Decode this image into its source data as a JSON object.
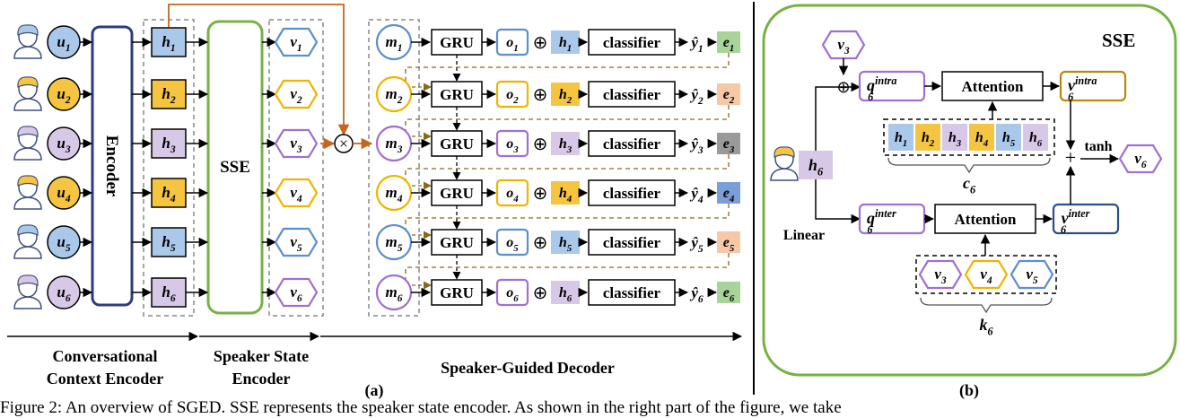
{
  "panel_a": {
    "label": "(a)",
    "encoder_label": "Encoder",
    "sse_label": "SSE",
    "utterances": [
      "u1",
      "u2",
      "u3",
      "u4",
      "u5",
      "u6"
    ],
    "hidden": [
      "h1",
      "h2",
      "h3",
      "h4",
      "h5",
      "h6"
    ],
    "states": [
      "v1",
      "v2",
      "v3",
      "v4",
      "v5",
      "v6"
    ],
    "memory": [
      "m1",
      "m2",
      "m3",
      "m4",
      "m5",
      "m6"
    ],
    "gru_label": "GRU",
    "outputs": [
      "o1",
      "o2",
      "o3",
      "o4",
      "o5",
      "o6"
    ],
    "classifier_label": "classifier",
    "predictions": [
      "ŷ1",
      "ŷ2",
      "ŷ3",
      "ŷ4",
      "ŷ5",
      "ŷ6"
    ],
    "emotions": [
      "e1",
      "e2",
      "e3",
      "e4",
      "e5",
      "e6"
    ],
    "speaker_colors": [
      "#a9c8ea",
      "#f5c542",
      "#d6c8e6",
      "#f5c542",
      "#a9c8ea",
      "#d6c8e6"
    ],
    "speaker_borders": [
      "#5b8fd0",
      "#f0b400",
      "#a070d0",
      "#f0b400",
      "#5b8fd0",
      "#a070d0"
    ],
    "emotion_colors": [
      "#a8d49a",
      "#f6c8a6",
      "#9a9a9a",
      "#7a9fd8",
      "#f6c8a6",
      "#a8d49a"
    ],
    "sections": {
      "conv_line1": "Conversational",
      "conv_line2": "Context Encoder",
      "sse_line1": "Speaker State",
      "sse_line2": "Encoder",
      "decoder": "Speaker-Guided Decoder"
    }
  },
  "panel_b": {
    "label": "(b)",
    "title": "SSE",
    "v3": "v3",
    "h6": "h6",
    "q_intra": "q6 intra",
    "q_inter": "q6 inter",
    "attention_label": "Attention",
    "v_intra": "v6 intra",
    "v_inter": "v6 inter",
    "tanh_label": "tanh",
    "v6": "v6",
    "linear_label": "Linear",
    "c_hidden": [
      "h1",
      "h2",
      "h3",
      "h4",
      "h5",
      "h6"
    ],
    "c_label": "c6",
    "k_states": [
      "v3",
      "v4",
      "v5"
    ],
    "k_label": "k6",
    "plus": "+",
    "oplus": "⊕"
  },
  "caption": "Figure 2: An overview of SGED. SSE represents the speaker state encoder. As shown in the right part of the figure, we take"
}
